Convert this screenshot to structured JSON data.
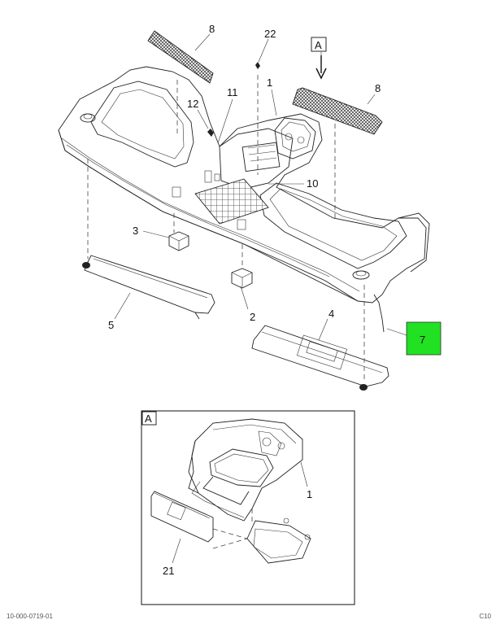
{
  "callouts": {
    "c8a": "8",
    "c22": "22",
    "cA_top": "A",
    "c1": "1",
    "c8b": "8",
    "c11": "11",
    "c12": "12",
    "c10": "10",
    "c3": "3",
    "c2": "2",
    "c5": "5",
    "c4": "4",
    "c7": "7",
    "cA_box": "A",
    "c1b": "1",
    "c21": "21"
  },
  "colors": {
    "highlight": "#22e022",
    "line": "#222222"
  },
  "footer": {
    "left": "10-000-0719-01",
    "right": "C10"
  }
}
